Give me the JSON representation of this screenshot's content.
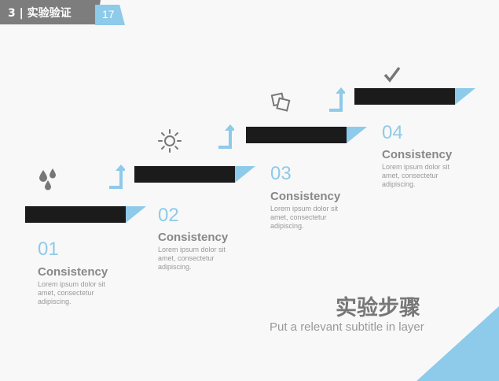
{
  "header": {
    "section_title": "3 | 实验验证",
    "page_number": "17"
  },
  "steps": [
    {
      "number": "01",
      "title": "Consistency",
      "text": "Lorem ipsum dolor sit amet, consectetur adipiscing.",
      "icon": "water-drops-icon"
    },
    {
      "number": "02",
      "title": "Consistency",
      "text": "Lorem ipsum dolor sit amet, consectetur adipiscing.",
      "icon": "sun-icon"
    },
    {
      "number": "03",
      "title": "Consistency",
      "text": "Lorem ipsum dolor sit amet, consectetur adipiscing.",
      "icon": "squares-icon"
    },
    {
      "number": "04",
      "title": "Consistency",
      "text": "Lorem ipsum dolor sit amet, consectetur adipiscing.",
      "icon": "checkmark-icon"
    }
  ],
  "main": {
    "title": "实验步骤",
    "subtitle": "Put a relevant subtitle in layer"
  },
  "colors": {
    "accent": "#8ecae9",
    "bar": "#1b1b1b",
    "header_gray": "#7d7d7d"
  }
}
